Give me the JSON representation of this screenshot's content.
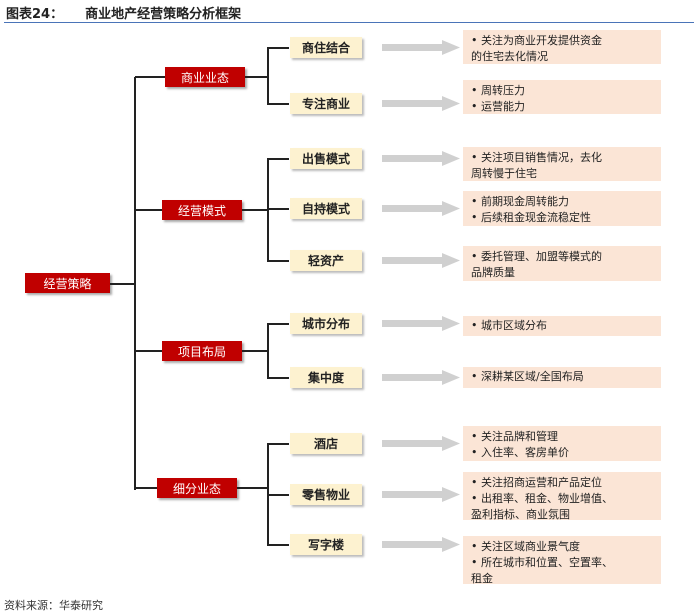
{
  "title": {
    "label": "图表24：",
    "text": "商业地产经营策略分析框架"
  },
  "root": "经营策略",
  "groups": [
    {
      "label": "商业业态",
      "items": [
        {
          "label": "商住结合",
          "notes": [
            "• 关注为商业开发提供资金",
            "的住宅去化情况"
          ]
        },
        {
          "label": "专注商业",
          "notes": [
            "• 周转压力",
            "• 运营能力"
          ]
        }
      ]
    },
    {
      "label": "经营模式",
      "items": [
        {
          "label": "出售模式",
          "notes": [
            "• 关注项目销售情况，去化",
            "周转慢于住宅"
          ]
        },
        {
          "label": "自持模式",
          "notes": [
            "• 前期现金周转能力",
            "•  后续租金现金流稳定性"
          ]
        },
        {
          "label": "轻资产",
          "notes": [
            "• 委托管理、加盟等模式的",
            "品牌质量"
          ]
        }
      ]
    },
    {
      "label": "项目布局",
      "items": [
        {
          "label": "城市分布",
          "notes": [
            "• 城市区域分布"
          ]
        },
        {
          "label": "集中度",
          "notes": [
            "• 深耕某区域/全国布局"
          ]
        }
      ]
    },
    {
      "label": "细分业态",
      "items": [
        {
          "label": "酒店",
          "notes": [
            "• 关注品牌和管理",
            "• 入住率、客房单价"
          ]
        },
        {
          "label": "零售物业",
          "notes": [
            "• 关注招商运营和产品定位",
            "• 出租率、租金、物业增值、",
            "盈利指标、商业氛围"
          ]
        },
        {
          "label": "写字楼",
          "notes": [
            "• 关注区域商业景气度",
            "• 所在城市和位置、空置率、",
            "租金"
          ]
        }
      ]
    }
  ],
  "source": "资料来源：华泰研究"
}
